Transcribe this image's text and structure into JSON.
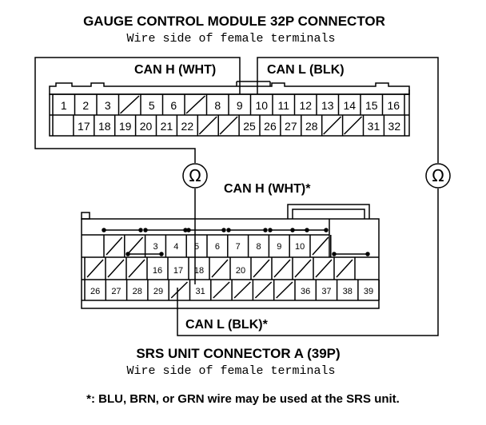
{
  "gauge": {
    "title": "GAUGE CONTROL MODULE 32P CONNECTOR",
    "subtitle": "Wire side of female terminals",
    "can_h_label": "CAN H (WHT)",
    "can_l_label": "CAN L (BLK)",
    "row1": [
      "1",
      "2",
      "3",
      "",
      "5",
      "6",
      "",
      "8",
      "9",
      "10",
      "11",
      "12",
      "13",
      "14",
      "15",
      "16"
    ],
    "row2": [
      "",
      "17",
      "18",
      "19",
      "20",
      "21",
      "22",
      "",
      "",
      "25",
      "26",
      "27",
      "28",
      "",
      "",
      "31",
      "32"
    ]
  },
  "srs": {
    "title": "SRS UNIT CONNECTOR A (39P)",
    "subtitle": "Wire side of female terminals",
    "can_h_label": "CAN H (WHT)*",
    "can_l_label": "CAN L (BLK)*",
    "row1": [
      "",
      "",
      "3",
      "4",
      "5",
      "6",
      "7",
      "8",
      "9",
      "10",
      ""
    ],
    "row2": [
      "",
      "",
      "",
      "16",
      "17",
      "18",
      "",
      "20",
      "",
      "",
      "",
      "",
      ""
    ],
    "row3": [
      "26",
      "27",
      "28",
      "29",
      "",
      "31",
      "",
      "",
      "",
      "",
      "36",
      "37",
      "38",
      "39"
    ]
  },
  "meter": {
    "symbol": "Ω",
    "icon": "ohmmeter-icon"
  },
  "footnote": "*: BLU, BRN, or GRN wire may be used at the SRS unit."
}
